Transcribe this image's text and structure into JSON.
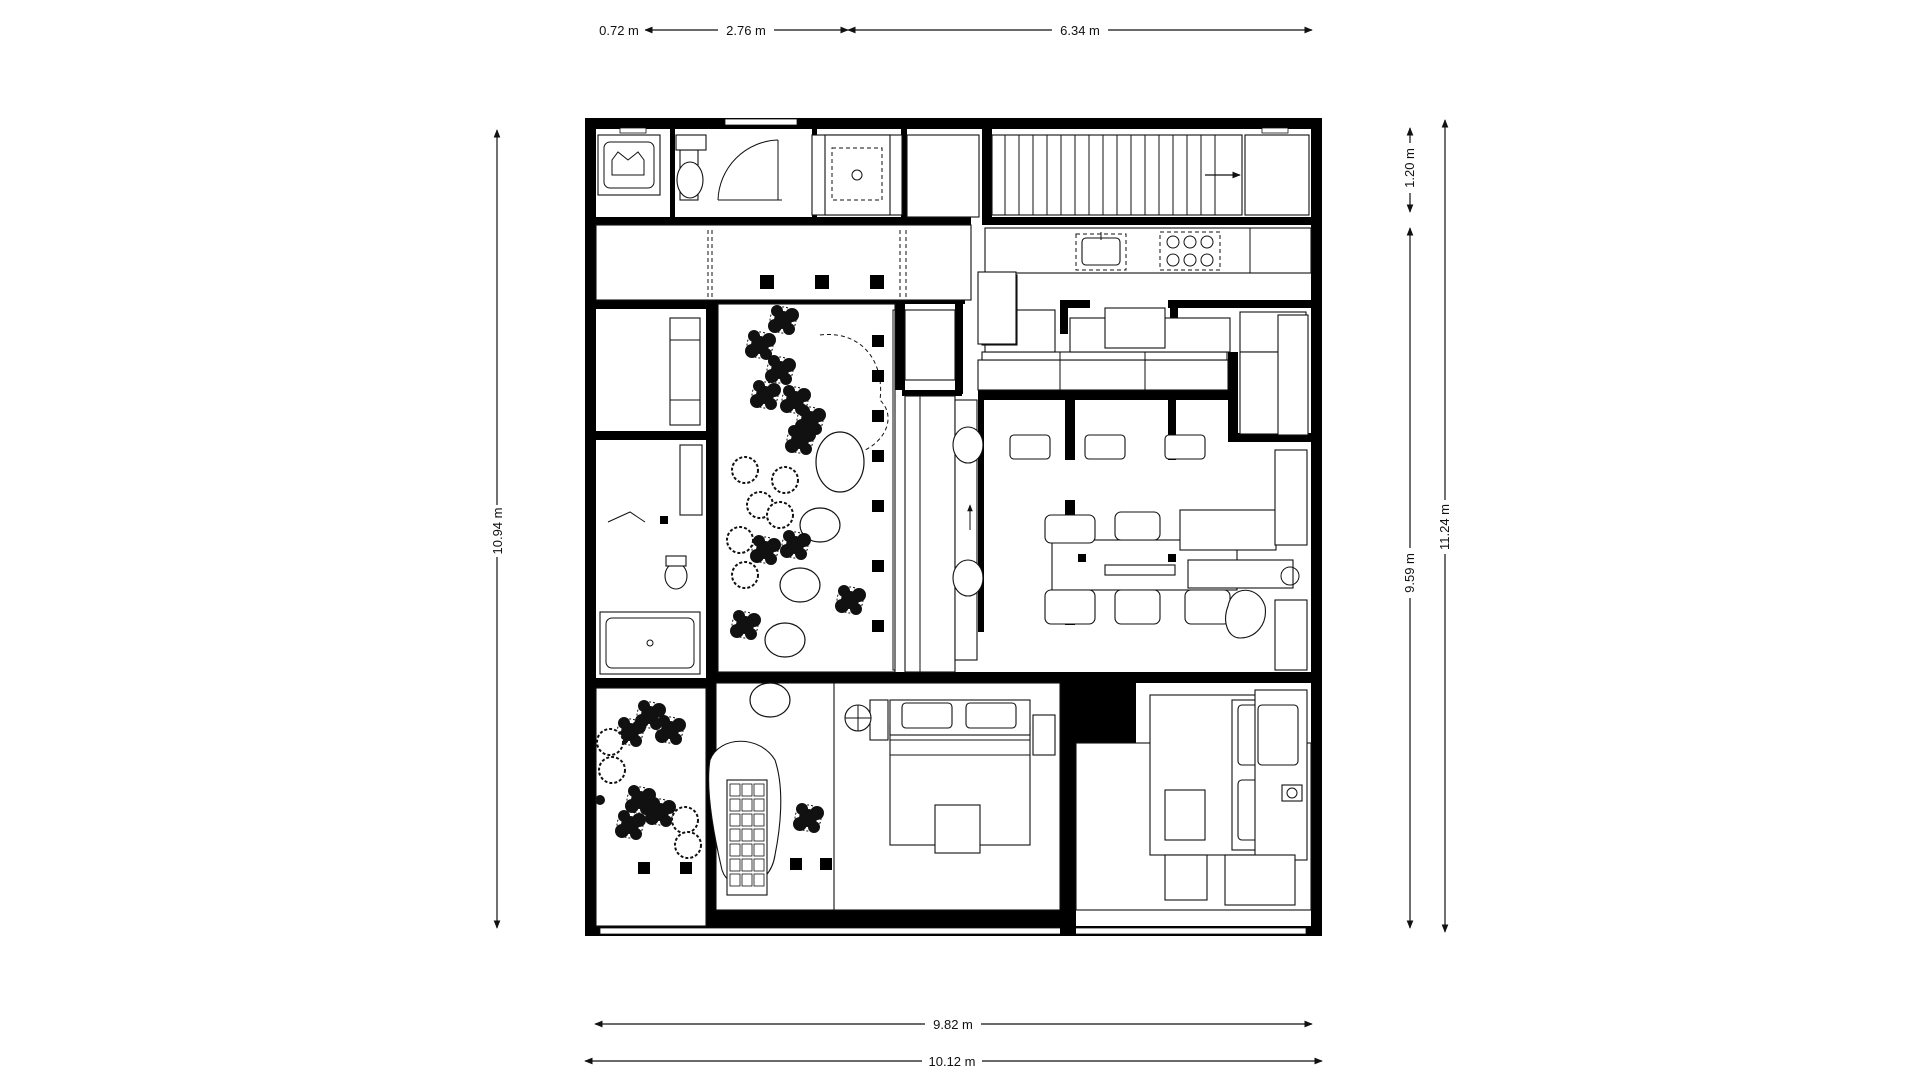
{
  "dimensions": {
    "top": [
      "0.72 m",
      "2.76 m",
      "6.34 m"
    ],
    "left": "10.94 m",
    "right_inner_top": "1.20 m",
    "right_inner_bottom": "9.59 m",
    "right_outer": "11.24 m",
    "bottom_inner": "9.82 m",
    "bottom_outer": "10.12 m"
  },
  "colors": {
    "wall": "#000000",
    "line": "#111111",
    "background": "#ffffff"
  },
  "icons": [
    "arrow-icon",
    "tree-icon",
    "plant-icon",
    "stone-icon",
    "sink-icon",
    "stove-icon",
    "bed-icon",
    "toilet-icon",
    "bathtub-icon",
    "washer-icon"
  ]
}
